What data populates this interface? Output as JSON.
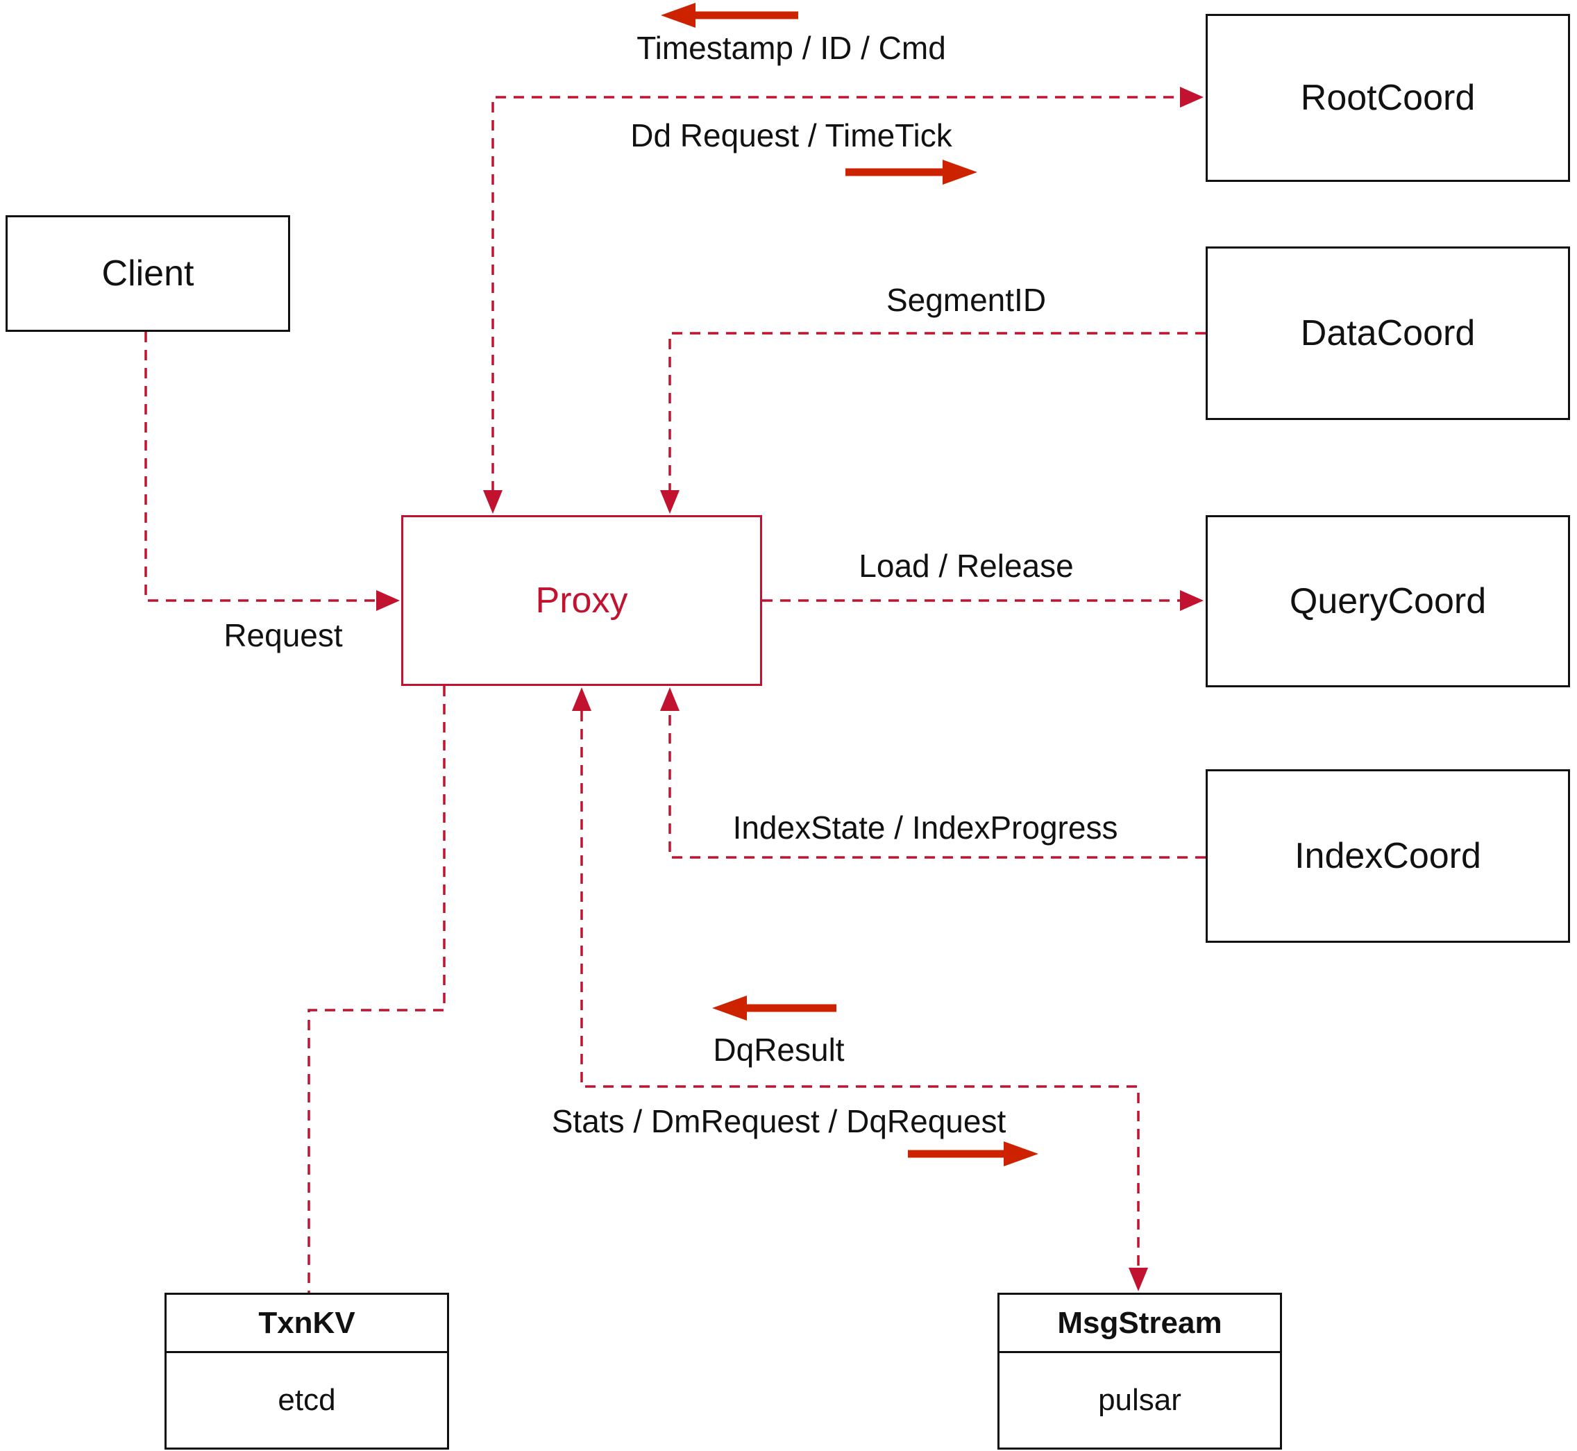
{
  "colors": {
    "line_red": "#c1122f",
    "arrow_red": "#cc2200",
    "ink": "#111111",
    "background": "#ffffff"
  },
  "nodes": {
    "client": {
      "label": "Client"
    },
    "proxy": {
      "label": "Proxy"
    },
    "rootcoord": {
      "label": "RootCoord"
    },
    "datacoord": {
      "label": "DataCoord"
    },
    "querycoord": {
      "label": "QueryCoord"
    },
    "indexcoord": {
      "label": "IndexCoord"
    },
    "txnkv": {
      "title": "TxnKV",
      "subtitle": "etcd"
    },
    "msgstream": {
      "title": "MsgStream",
      "subtitle": "pulsar"
    }
  },
  "edge_labels": {
    "request": "Request",
    "timestamp_id_cmd": "Timestamp / ID / Cmd",
    "dd_request_timetick": "Dd Request / TimeTick",
    "segment_id": "SegmentID",
    "load_release": "Load / Release",
    "index_state_progress": "IndexState / IndexProgress",
    "dq_result": "DqResult",
    "stats_dm_dq": "Stats / DmRequest / DqRequest"
  }
}
